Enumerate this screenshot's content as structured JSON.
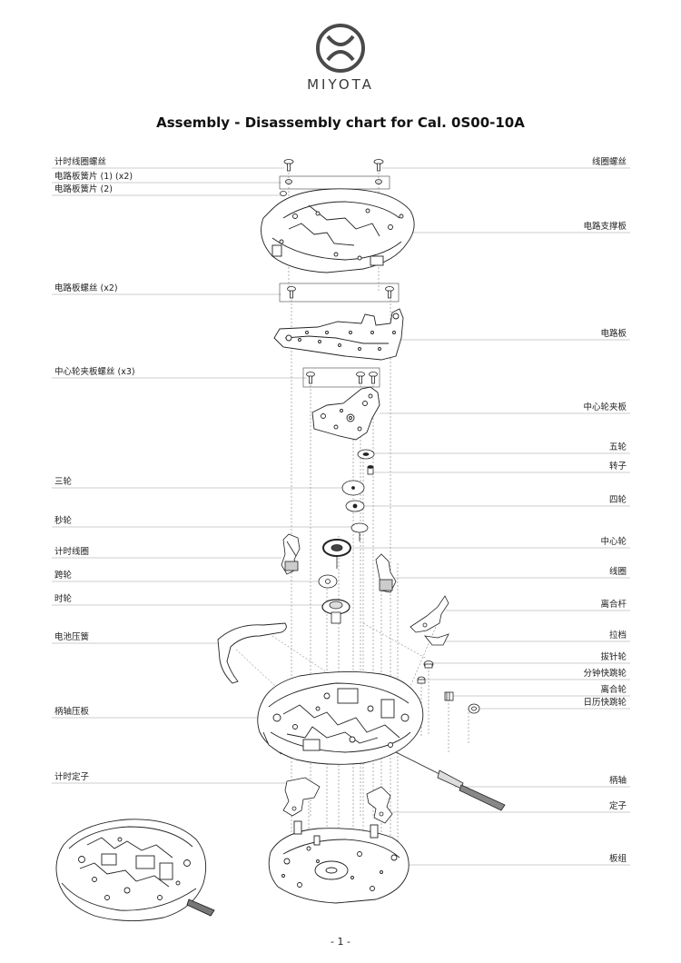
{
  "brand": "MIYOTA",
  "title": "Assembly - Disassembly chart for Cal. 0S00-10A",
  "page_number": "- 1 -",
  "left_labels": [
    "计时线圈螺丝",
    "电路板簧片 (1) (x2)",
    "电路板簧片 (2)",
    "电路板螺丝 (x2)",
    "中心轮夹板螺丝 (x3)",
    "三轮",
    "秒轮",
    "计时线圈",
    "跨轮",
    "时轮",
    "电池压簧",
    "柄轴压板",
    "计时定子"
  ],
  "right_labels": [
    "线圈螺丝",
    "电路支撑板",
    "电路板",
    "中心轮夹板",
    "五轮",
    "转子",
    "四轮",
    "中心轮",
    "线圈",
    "离合杆",
    "拉档",
    "拔针轮",
    "分钟快跳轮",
    "离合轮",
    "日历快跳轮",
    "柄轴",
    "定子",
    "板组"
  ]
}
